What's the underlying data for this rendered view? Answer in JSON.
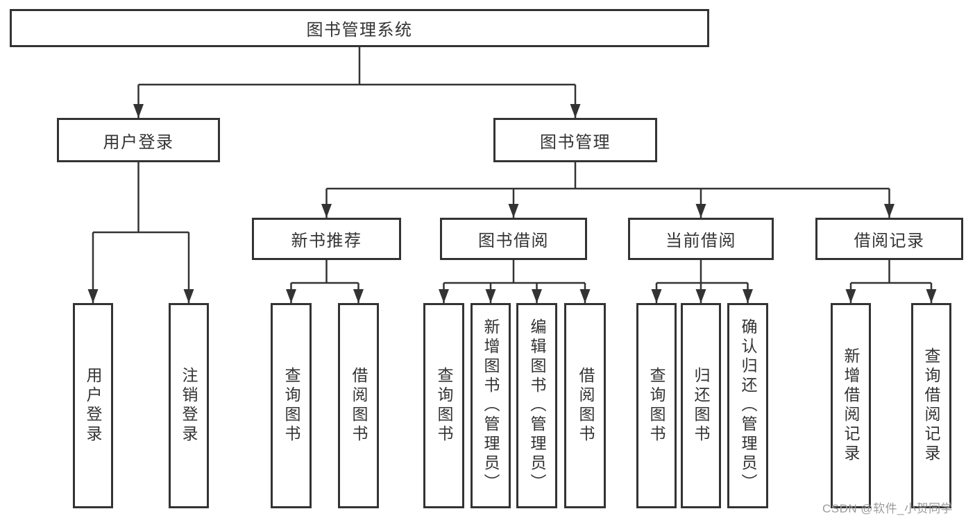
{
  "diagram": {
    "type": "hierarchy-tree",
    "root": "图书管理系统",
    "level2": [
      "用户登录",
      "图书管理"
    ],
    "level3": [
      "新书推荐",
      "图书借阅",
      "当前借阅",
      "借阅记录"
    ],
    "leaves": {
      "user_login": [
        "用户登录",
        "注销登录"
      ],
      "new_book_recommend": [
        "查询图书",
        "借阅图书"
      ],
      "book_borrow": [
        "查询图书",
        "新增图书（管理员）",
        "编辑图书（管理员）",
        "借阅图书"
      ],
      "current_borrow": [
        "查询图书",
        "归还图书",
        "确认归还（管理员）"
      ],
      "borrow_records": [
        "新增借阅记录",
        "查询借阅记录"
      ]
    }
  },
  "watermark": "CSDN @软件_小贺同学",
  "colors": {
    "line": "#333333",
    "text": "#333333",
    "background": "#ffffff",
    "watermark": "#9b9b9b"
  }
}
